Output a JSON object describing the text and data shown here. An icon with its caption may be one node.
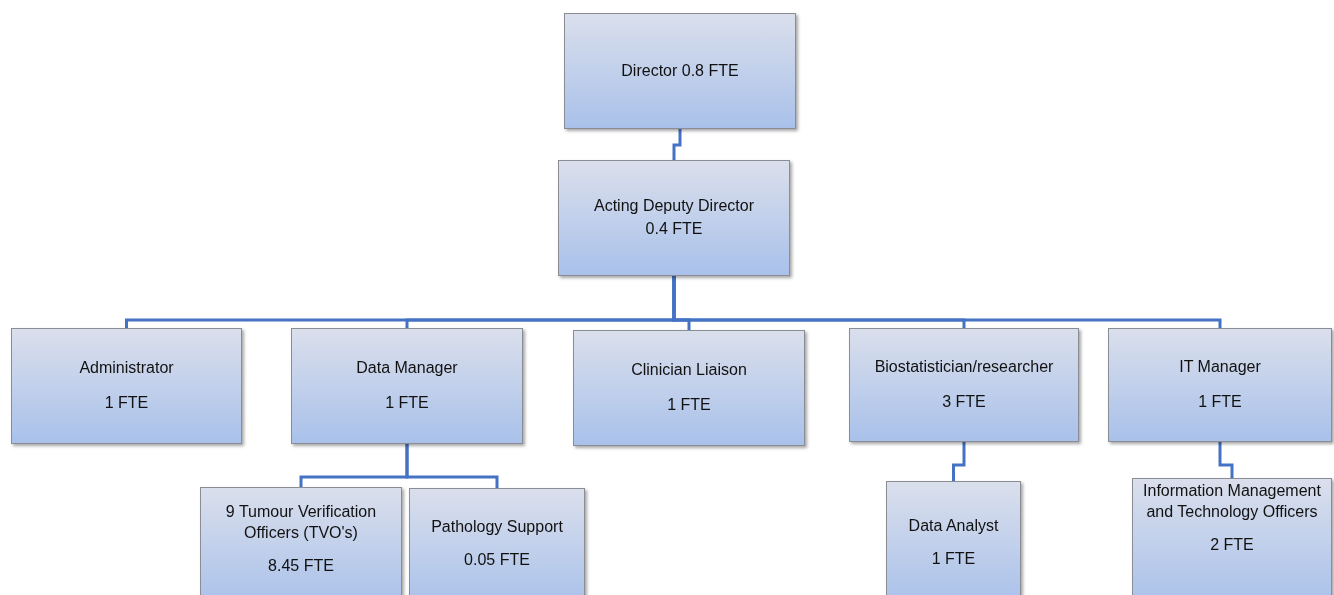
{
  "diagram": {
    "nodes": [
      {
        "text": [
          "Director 0.8 FTE"
        ]
      },
      {
        "text": [
          "Acting Deputy Director",
          "0.4 FTE"
        ]
      },
      {
        "text": [
          "Administrator",
          "1 FTE"
        ]
      },
      {
        "text": [
          "Data Manager",
          "1 FTE"
        ]
      },
      {
        "text": [
          "Clinician Liaison",
          "1 FTE"
        ]
      },
      {
        "text": [
          "Biostatistician/researcher",
          "3 FTE"
        ]
      },
      {
        "text": [
          "IT Manager",
          "1 FTE"
        ]
      },
      {
        "text": [
          "9 Tumour Verification Officers (TVO's)",
          "8.45 FTE"
        ]
      },
      {
        "text": [
          "Pathology Support",
          "0.05 FTE"
        ]
      },
      {
        "text": [
          "Data Analyst",
          "1 FTE"
        ]
      },
      {
        "text": [
          "Information Management and Technology Officers",
          "2 FTE"
        ]
      }
    ],
    "edges": [
      {
        "from": 0,
        "to": 1,
        "arrow": "none"
      },
      {
        "from": 1,
        "to": 2,
        "arrow": "none"
      },
      {
        "from": 1,
        "to": 3,
        "arrow": "none"
      },
      {
        "from": 1,
        "to": 4,
        "arrow": "none"
      },
      {
        "from": 1,
        "to": 5,
        "arrow": "none"
      },
      {
        "from": 1,
        "to": 6,
        "arrow": "none"
      },
      {
        "from": 3,
        "to": 7,
        "arrow": "none"
      },
      {
        "from": 3,
        "to": 8,
        "arrow": "none"
      },
      {
        "from": 5,
        "to": 9,
        "arrow": "none"
      },
      {
        "from": 6,
        "to": 10,
        "arrow": "none"
      }
    ]
  }
}
